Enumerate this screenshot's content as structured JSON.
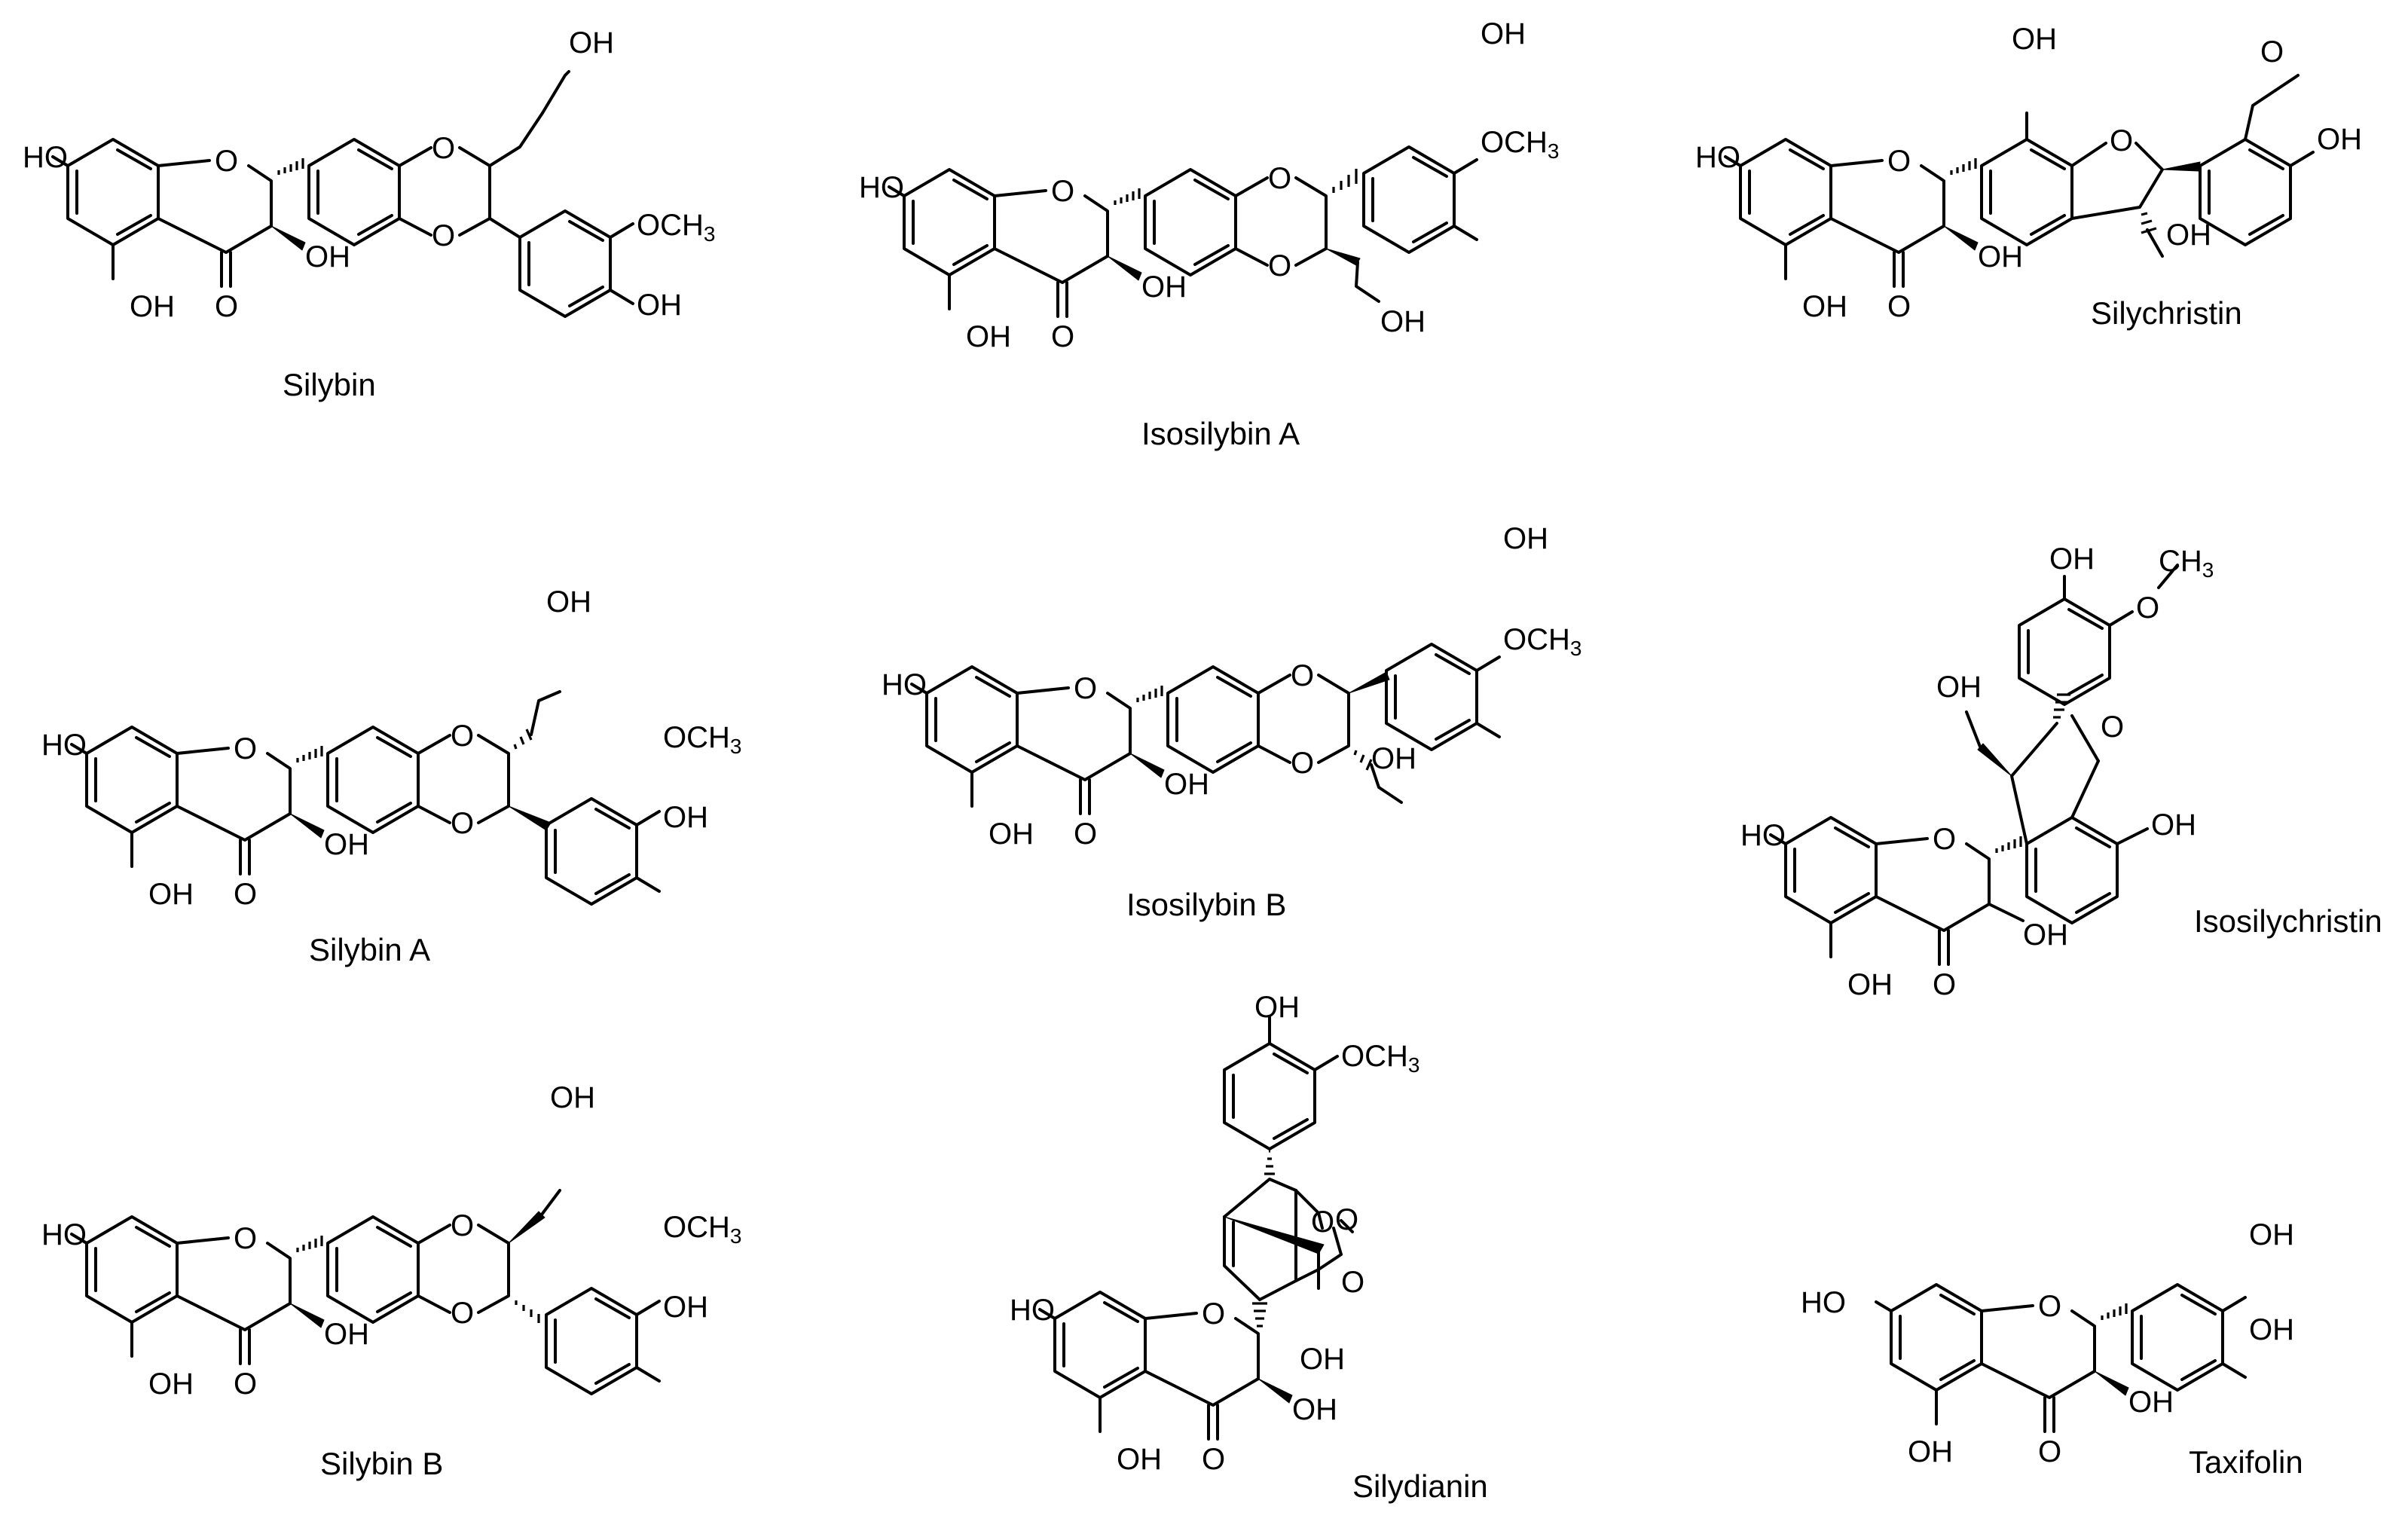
{
  "atom_labels": {
    "oh": "OH",
    "ho": "HO",
    "o": "O",
    "och3": "OCH",
    "three": "3",
    "ch": "CH"
  },
  "molecules": [
    {
      "id": "silybin",
      "name": "Silybin"
    },
    {
      "id": "isosilybin-a",
      "name": "Isosilybin A"
    },
    {
      "id": "silychristin",
      "name": "Silychristin"
    },
    {
      "id": "silybin-a",
      "name": "Silybin A"
    },
    {
      "id": "isosilybin-b",
      "name": "Isosilybin B"
    },
    {
      "id": "isosilychristin",
      "name": "Isosilychristin"
    },
    {
      "id": "silybin-b",
      "name": "Silybin B"
    },
    {
      "id": "silydianin",
      "name": "Silydianin"
    },
    {
      "id": "taxifolin",
      "name": "Taxifolin"
    }
  ]
}
